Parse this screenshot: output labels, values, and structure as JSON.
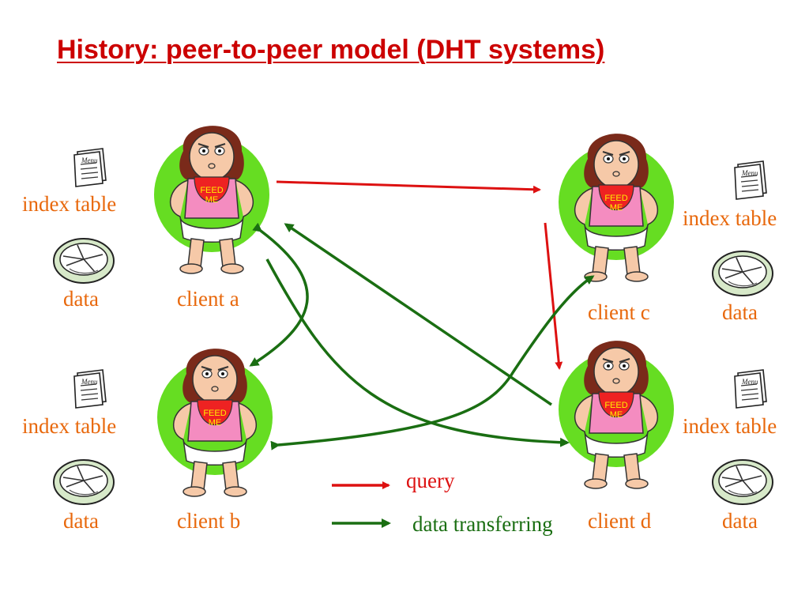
{
  "title": "History: peer-to-peer model (DHT systems)",
  "clients": {
    "a": {
      "name": "client a",
      "bib": [
        "FEED",
        "ME"
      ]
    },
    "b": {
      "name": "client b",
      "bib": [
        "FEED",
        "ME"
      ]
    },
    "c": {
      "name": "client c",
      "bib": [
        "FEED",
        "ME"
      ]
    },
    "d": {
      "name": "client d",
      "bib": [
        "FEED",
        "ME"
      ]
    }
  },
  "labels": {
    "index_table": "index table",
    "data": "data",
    "menu_card": "Menu"
  },
  "legend": {
    "query": "query",
    "data_transferring": "data transferring"
  },
  "colors": {
    "title": "#cc0000",
    "label": "#e8680c",
    "query_arrow": "#dd1111",
    "data_arrow": "#1a6e12",
    "client_circle": "#66dd22",
    "bib": "#ee2222"
  },
  "icons": [
    "menu-card-icon",
    "pie-plate-icon",
    "baby-client-icon"
  ]
}
